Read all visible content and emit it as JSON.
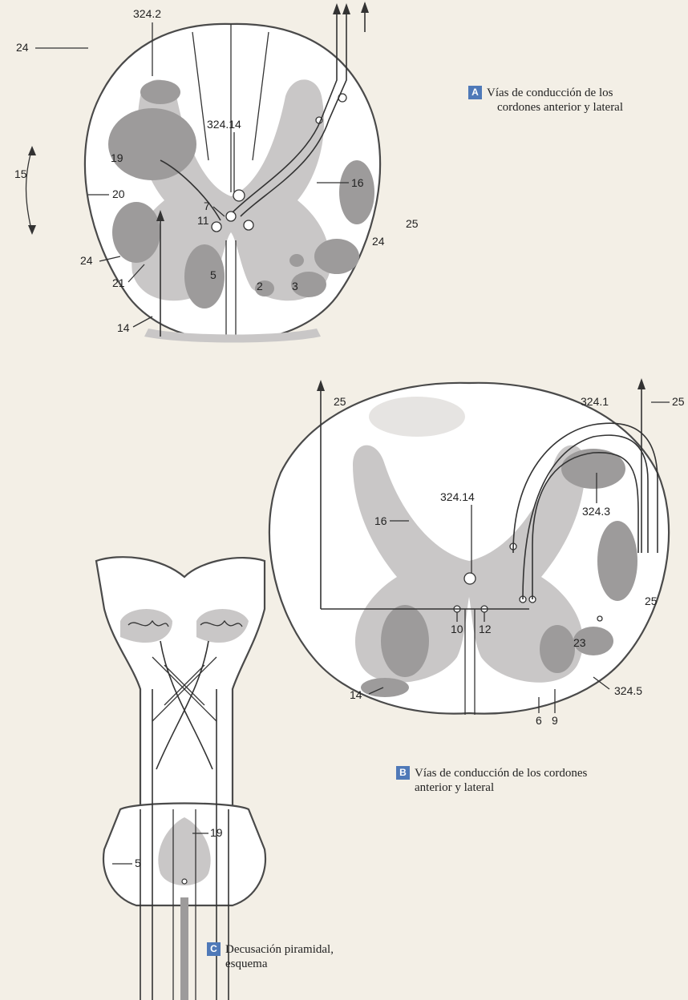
{
  "captions": {
    "a": {
      "badge": "A",
      "line1": "Vías de conducción de los",
      "line2": "cordones anterior y lateral"
    },
    "b": {
      "badge": "B",
      "line1": "Vías de conducción de los cordones",
      "line2": "anterior y lateral"
    },
    "c": {
      "badge": "C",
      "line1": "Decusación piramidal,",
      "line2": "esquema"
    }
  },
  "labels_a": {
    "l324_2": "324.2",
    "l24a": "24",
    "l15": "15",
    "l19": "19",
    "l20": "20",
    "l324_14": "324.14",
    "l16": "16",
    "l7": "7",
    "l11": "11",
    "l25": "25",
    "l24b": "24",
    "l24c": "24",
    "l21": "21",
    "l5": "5",
    "l2": "2",
    "l3": "3",
    "l14": "14"
  },
  "labels_b": {
    "l25l": "25",
    "l324_1": "324.1",
    "l25r": "25",
    "l324_14": "324.14",
    "l16": "16",
    "l324_3": "324.3",
    "l25m": "25",
    "l10": "10",
    "l12": "12",
    "l23": "23",
    "l14": "14",
    "l324_5": "324.5",
    "l6": "6",
    "l9": "9"
  },
  "labels_c": {
    "l19": "19",
    "l5": "5"
  },
  "colors": {
    "badge": "#4f79b8",
    "grey_matter": "#c9c7c7",
    "tract": "#9d9b9b"
  }
}
